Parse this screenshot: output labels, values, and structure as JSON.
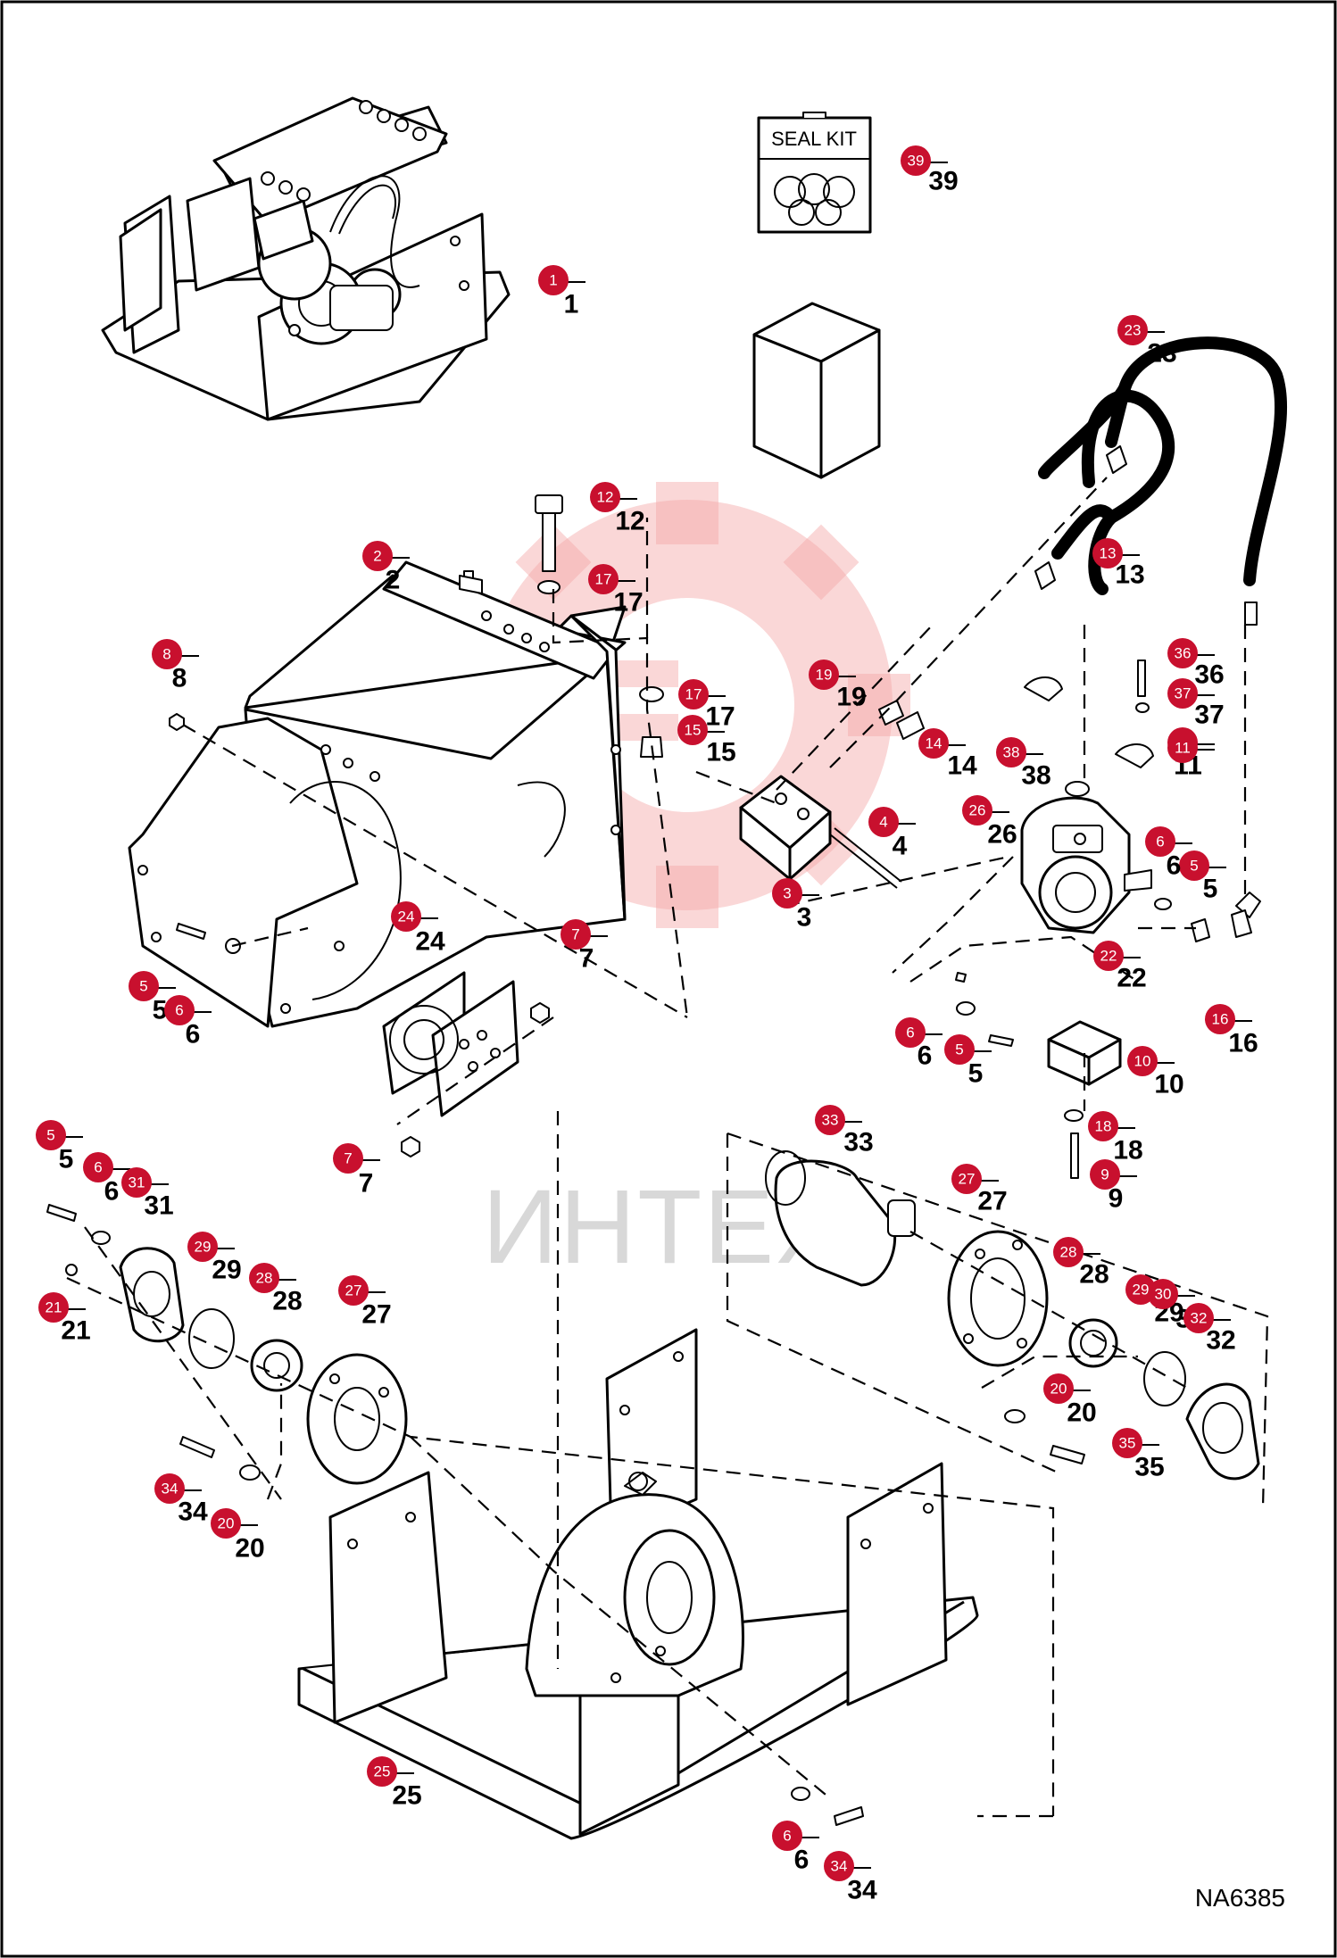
{
  "drawing": {
    "reference_code": "NA6385",
    "watermark_text": "ИНТЕХ",
    "seal_kit_label": "SEAL KIT"
  },
  "callouts": [
    {
      "number": "1",
      "label": "1"
    },
    {
      "number": "2",
      "label": "2"
    },
    {
      "number": "3",
      "label": "3"
    },
    {
      "number": "4",
      "label": "4"
    },
    {
      "number": "5",
      "label": "5"
    },
    {
      "number": "5",
      "label": "5"
    },
    {
      "number": "5",
      "label": "5"
    },
    {
      "number": "5",
      "label": "5"
    },
    {
      "number": "6",
      "label": "6"
    },
    {
      "number": "6",
      "label": "6"
    },
    {
      "number": "6",
      "label": "6"
    },
    {
      "number": "6",
      "label": "6"
    },
    {
      "number": "6",
      "label": "6"
    },
    {
      "number": "7",
      "label": "7"
    },
    {
      "number": "7",
      "label": "7"
    },
    {
      "number": "8",
      "label": "8"
    },
    {
      "number": "9",
      "label": "9"
    },
    {
      "number": "10",
      "label": "10"
    },
    {
      "number": "11",
      "label": "11"
    },
    {
      "number": "11",
      "label": "11"
    },
    {
      "number": "12",
      "label": "12"
    },
    {
      "number": "13",
      "label": "13"
    },
    {
      "number": "14",
      "label": "14"
    },
    {
      "number": "15",
      "label": "15"
    },
    {
      "number": "16",
      "label": "16"
    },
    {
      "number": "17",
      "label": "17"
    },
    {
      "number": "17",
      "label": "17"
    },
    {
      "number": "18",
      "label": "18"
    },
    {
      "number": "19",
      "label": "19"
    },
    {
      "number": "20",
      "label": "20"
    },
    {
      "number": "20",
      "label": "20"
    },
    {
      "number": "21",
      "label": "21"
    },
    {
      "number": "22",
      "label": "22"
    },
    {
      "number": "23",
      "label": "23"
    },
    {
      "number": "24",
      "label": "24"
    },
    {
      "number": "25",
      "label": "25"
    },
    {
      "number": "26",
      "label": "26"
    },
    {
      "number": "27",
      "label": "27"
    },
    {
      "number": "27",
      "label": "27"
    },
    {
      "number": "28",
      "label": "28"
    },
    {
      "number": "28",
      "label": "28"
    },
    {
      "number": "29",
      "label": "29"
    },
    {
      "number": "29",
      "label": "29"
    },
    {
      "number": "30",
      "label": "30"
    },
    {
      "number": "31",
      "label": "31"
    },
    {
      "number": "32",
      "label": "32"
    },
    {
      "number": "33",
      "label": "33"
    },
    {
      "number": "34",
      "label": "34"
    },
    {
      "number": "34",
      "label": "34"
    },
    {
      "number": "35",
      "label": "35"
    },
    {
      "number": "36",
      "label": "36"
    },
    {
      "number": "37",
      "label": "37"
    },
    {
      "number": "38",
      "label": "38"
    },
    {
      "number": "39",
      "label": "39"
    }
  ]
}
